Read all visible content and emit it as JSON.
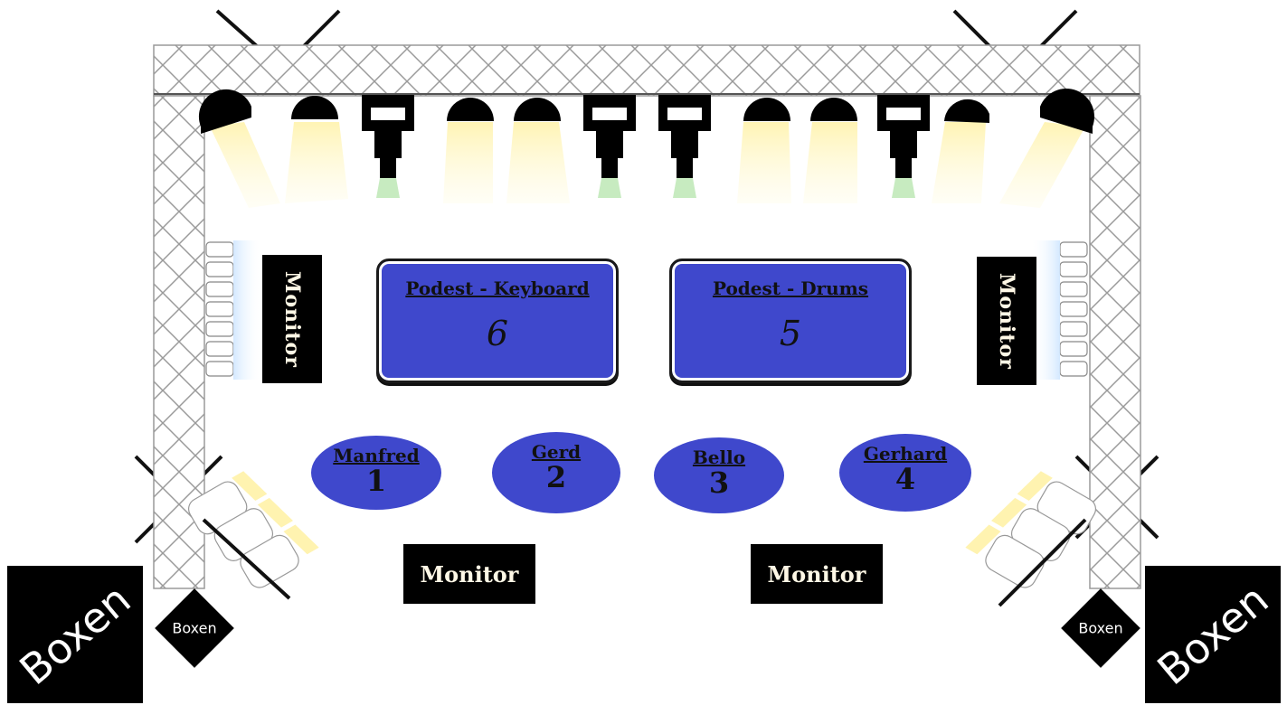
{
  "podests": [
    {
      "id": "keyboard",
      "title": "Podest - Keyboard",
      "number": "6"
    },
    {
      "id": "drums",
      "title": "Podest - Drums",
      "number": "5"
    }
  ],
  "musicians": [
    {
      "name": "Manfred",
      "number": "1"
    },
    {
      "name": "Gerd",
      "number": "2"
    },
    {
      "name": "Bello",
      "number": "3"
    },
    {
      "name": "Gerhard",
      "number": "4"
    }
  ],
  "monitors": {
    "left_side": "Monitor",
    "right_side": "Monitor",
    "front_left": "Monitor",
    "front_right": "Monitor"
  },
  "speakers": {
    "left_large": "Boxen",
    "left_small": "Boxen",
    "right_small": "Boxen",
    "right_large": "Boxen"
  },
  "colors": {
    "podest_fill": "#3f48cc",
    "musician_fill": "#3f48cc",
    "light_beam": "#fff7c2",
    "truss_line": "#9a9a9a"
  }
}
